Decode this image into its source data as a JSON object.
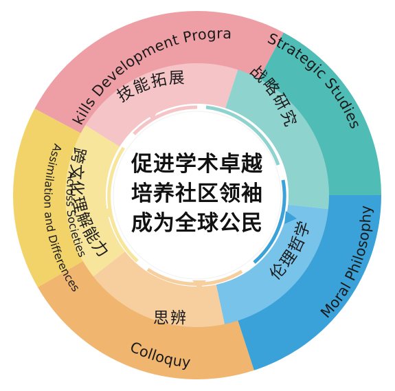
{
  "colors": {
    "skills_outer": "#ee9fa5",
    "skills_inner": "#f5c4c7",
    "strategic_outer": "#4fbcb6",
    "strategic_inner": "#8fd3cf",
    "moral_outer": "#3aa2d9",
    "moral_inner": "#78c3ea",
    "colloquy_outer": "#f0b56f",
    "colloquy_inner": "#f7cf9f",
    "assimilation_outer": "#f1d36a",
    "assimilation_inner": "#f8e59c",
    "center_line": "#111111"
  },
  "center": {
    "lines": [
      "促进学术卓越",
      "培养社区领袖",
      "成为全球公民"
    ]
  },
  "segments": [
    {
      "id": "skills",
      "outer_label": "Skills Development Program",
      "inner_label": "技能拓展"
    },
    {
      "id": "strategic",
      "outer_label": "Strategic Studies",
      "inner_label": "战略研究"
    },
    {
      "id": "moral",
      "outer_label": "Moral Philosophy",
      "inner_label": "伦理哲学"
    },
    {
      "id": "colloquy",
      "outer_label": "Colloquy",
      "inner_label": "思辨"
    },
    {
      "id": "assimilation",
      "outer_label_lines": [
        "Assimilation and Differences",
        "Across Societies"
      ],
      "inner_label": "跨文化理解能力"
    }
  ]
}
